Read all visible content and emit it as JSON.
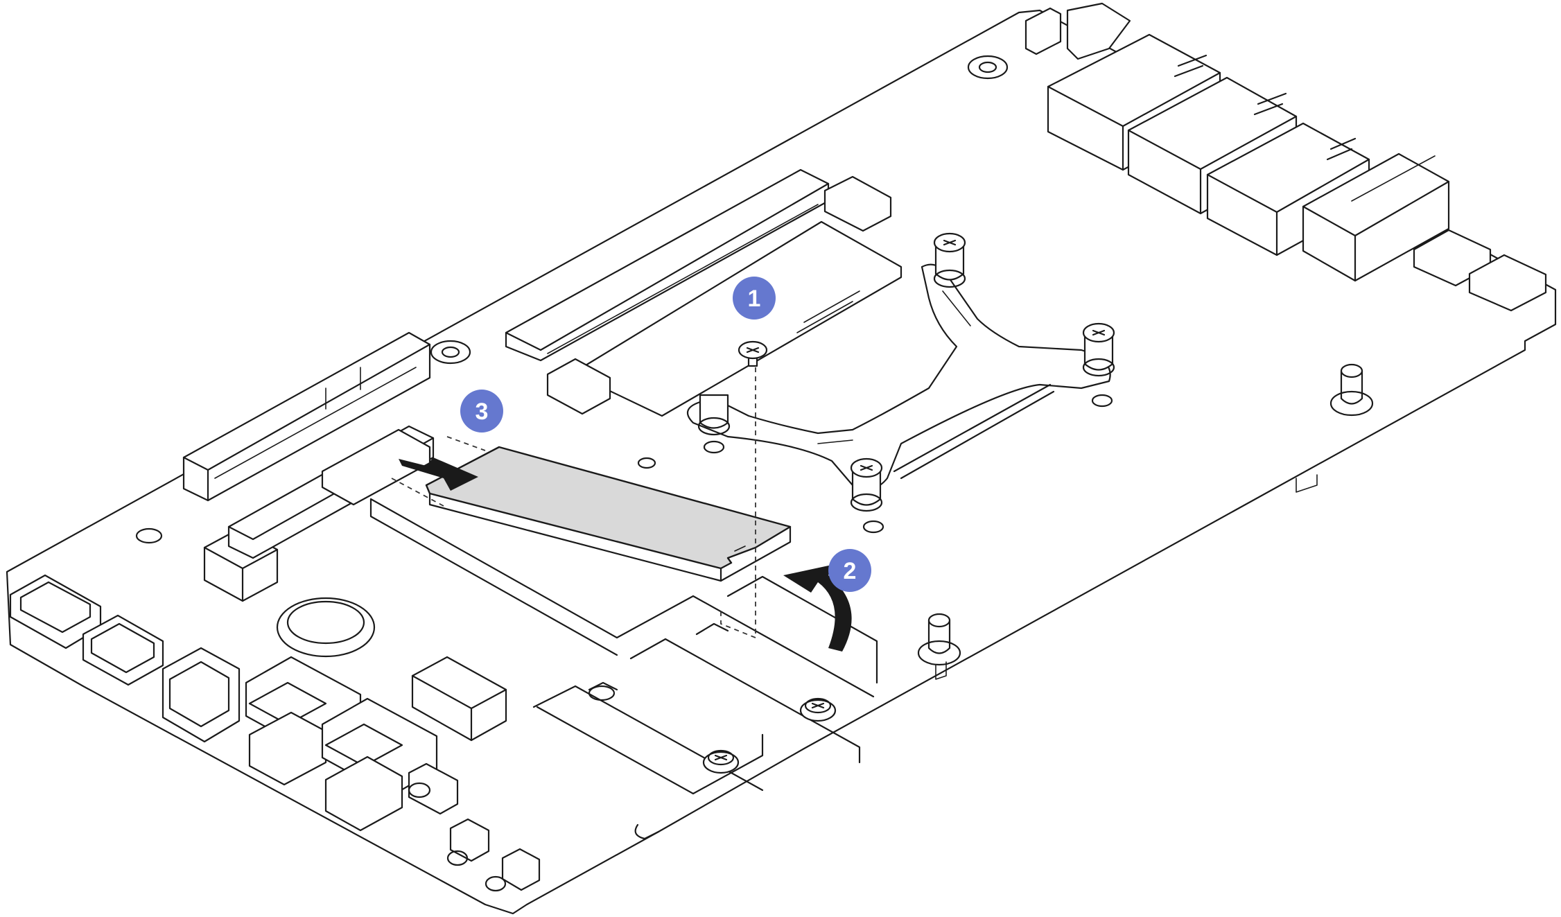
{
  "figure": {
    "colors": {
      "callout_fill": "#6578cf",
      "callout_text": "#ffffff",
      "line": "#1a1a1a",
      "drive_fill": "#d9d9d9",
      "arrow": "#1a1a1a",
      "background": "#ffffff"
    },
    "callouts": [
      {
        "label": "1"
      },
      {
        "label": "2"
      },
      {
        "label": "3"
      }
    ],
    "icons": [
      "screw-icon",
      "curved-arrow-icon",
      "straight-arrow-icon"
    ]
  }
}
